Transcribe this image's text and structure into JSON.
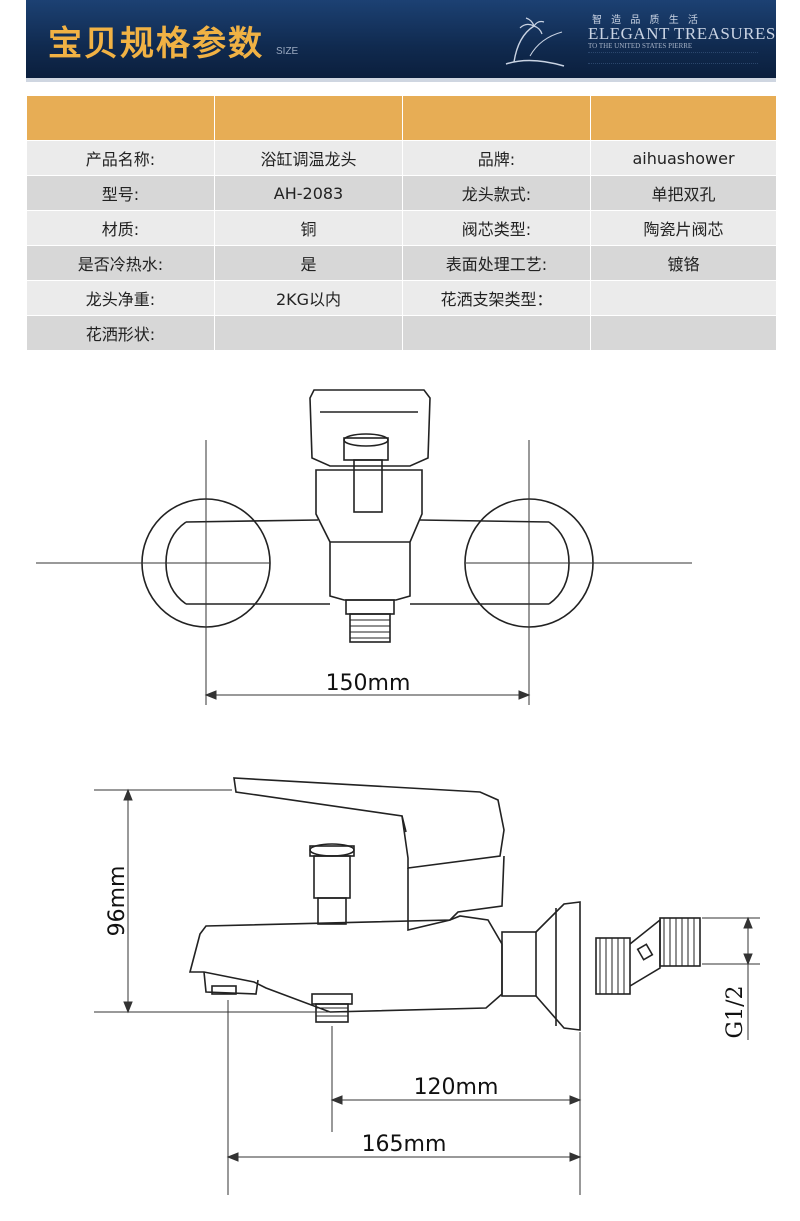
{
  "header": {
    "title": "宝贝规格参数",
    "subtitle": "SIZE",
    "brand_tagline": "智 造 品 质 生 活",
    "brand_name": "ELEGANT TREASURES",
    "brand_line": "TO THE UNITED STATES PIERRE",
    "logo_icon": "aihua-shower-logo-icon"
  },
  "spec_table": {
    "header_row": [
      "",
      "",
      "",
      ""
    ],
    "rows": [
      [
        "产品名称:",
        "浴缸调温龙头",
        "品牌:",
        "aihuashower"
      ],
      [
        "型号:",
        "AH-2083",
        "龙头款式:",
        "单把双孔"
      ],
      [
        "材质:",
        "铜",
        "阀芯类型:",
        "陶瓷片阀芯"
      ],
      [
        "是否冷热水:",
        "是",
        "表面处理工艺:",
        "镀铬"
      ],
      [
        "龙头净重:",
        "2KG以内",
        "花洒支架类型：",
        ""
      ],
      [
        "花洒形状:",
        "",
        "",
        ""
      ]
    ]
  },
  "drawing": {
    "front_width": "150mm",
    "height": "96mm",
    "inlet_spacing": "120mm",
    "total_length": "165mm",
    "thread": "G1/2"
  },
  "colors": {
    "banner": "#102a4f",
    "title_gold": "#f1b244",
    "table_header": "#e7ad55",
    "row_light": "#ebebeb",
    "row_dark": "#d7d7d7"
  }
}
